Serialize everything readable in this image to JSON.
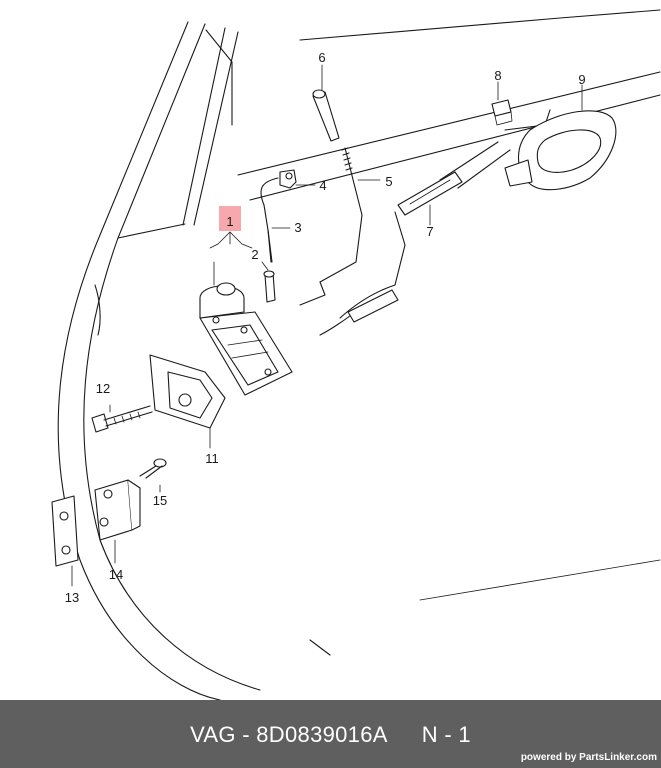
{
  "diagram": {
    "callouts": {
      "c1": "1",
      "c2": "2",
      "c3": "3",
      "c4": "4",
      "c5": "5",
      "c6": "6",
      "c7": "7",
      "c8": "8",
      "c9": "9",
      "c11": "11",
      "c12": "12",
      "c13": "13",
      "c14": "14",
      "c15": "15"
    },
    "highlight_color": "#f7a8ad"
  },
  "footer": {
    "part_code": "VAG - 8D0839016A",
    "quantity": "N - 1",
    "brand": "powered by PartsLinker.com",
    "background": "#5f5f5f"
  }
}
